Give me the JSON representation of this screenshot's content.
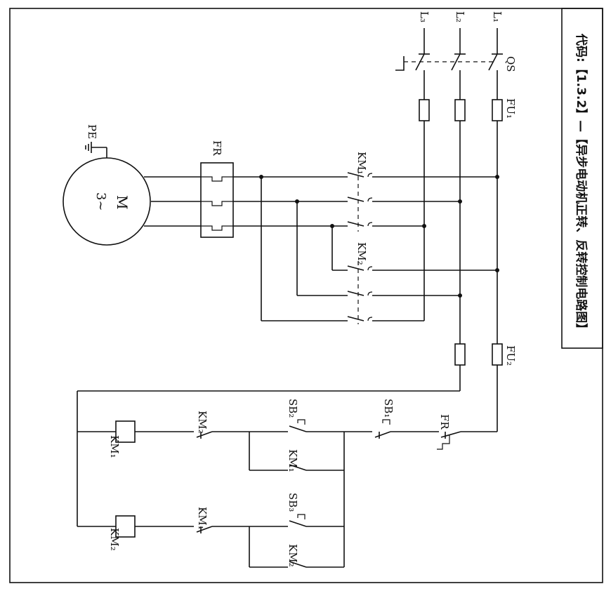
{
  "title": "代码:【1.3.2】—【异步电动机正转、反转控制电路图】",
  "lines": {
    "l1": "L₁",
    "l2": "L₂",
    "l3": "L₃"
  },
  "labels": {
    "qs": "QS",
    "fu1": "FU₁",
    "fu2": "FU₂",
    "km1_main": "KM₁",
    "km2_main": "KM₂",
    "fr_main": "FR",
    "motor_m": "M",
    "motor_phase": "3~",
    "pe": "PE",
    "fr_ctrl": "FR",
    "sb1": "SB₁",
    "sb2": "SB₂",
    "sb3": "SB₃",
    "km2_interlock": "KM₂",
    "km1_hold": "KM₁",
    "km1_coil": "KM₁",
    "km1_interlock": "KM₁",
    "km2_hold": "KM₂",
    "km2_coil": "KM₂"
  }
}
